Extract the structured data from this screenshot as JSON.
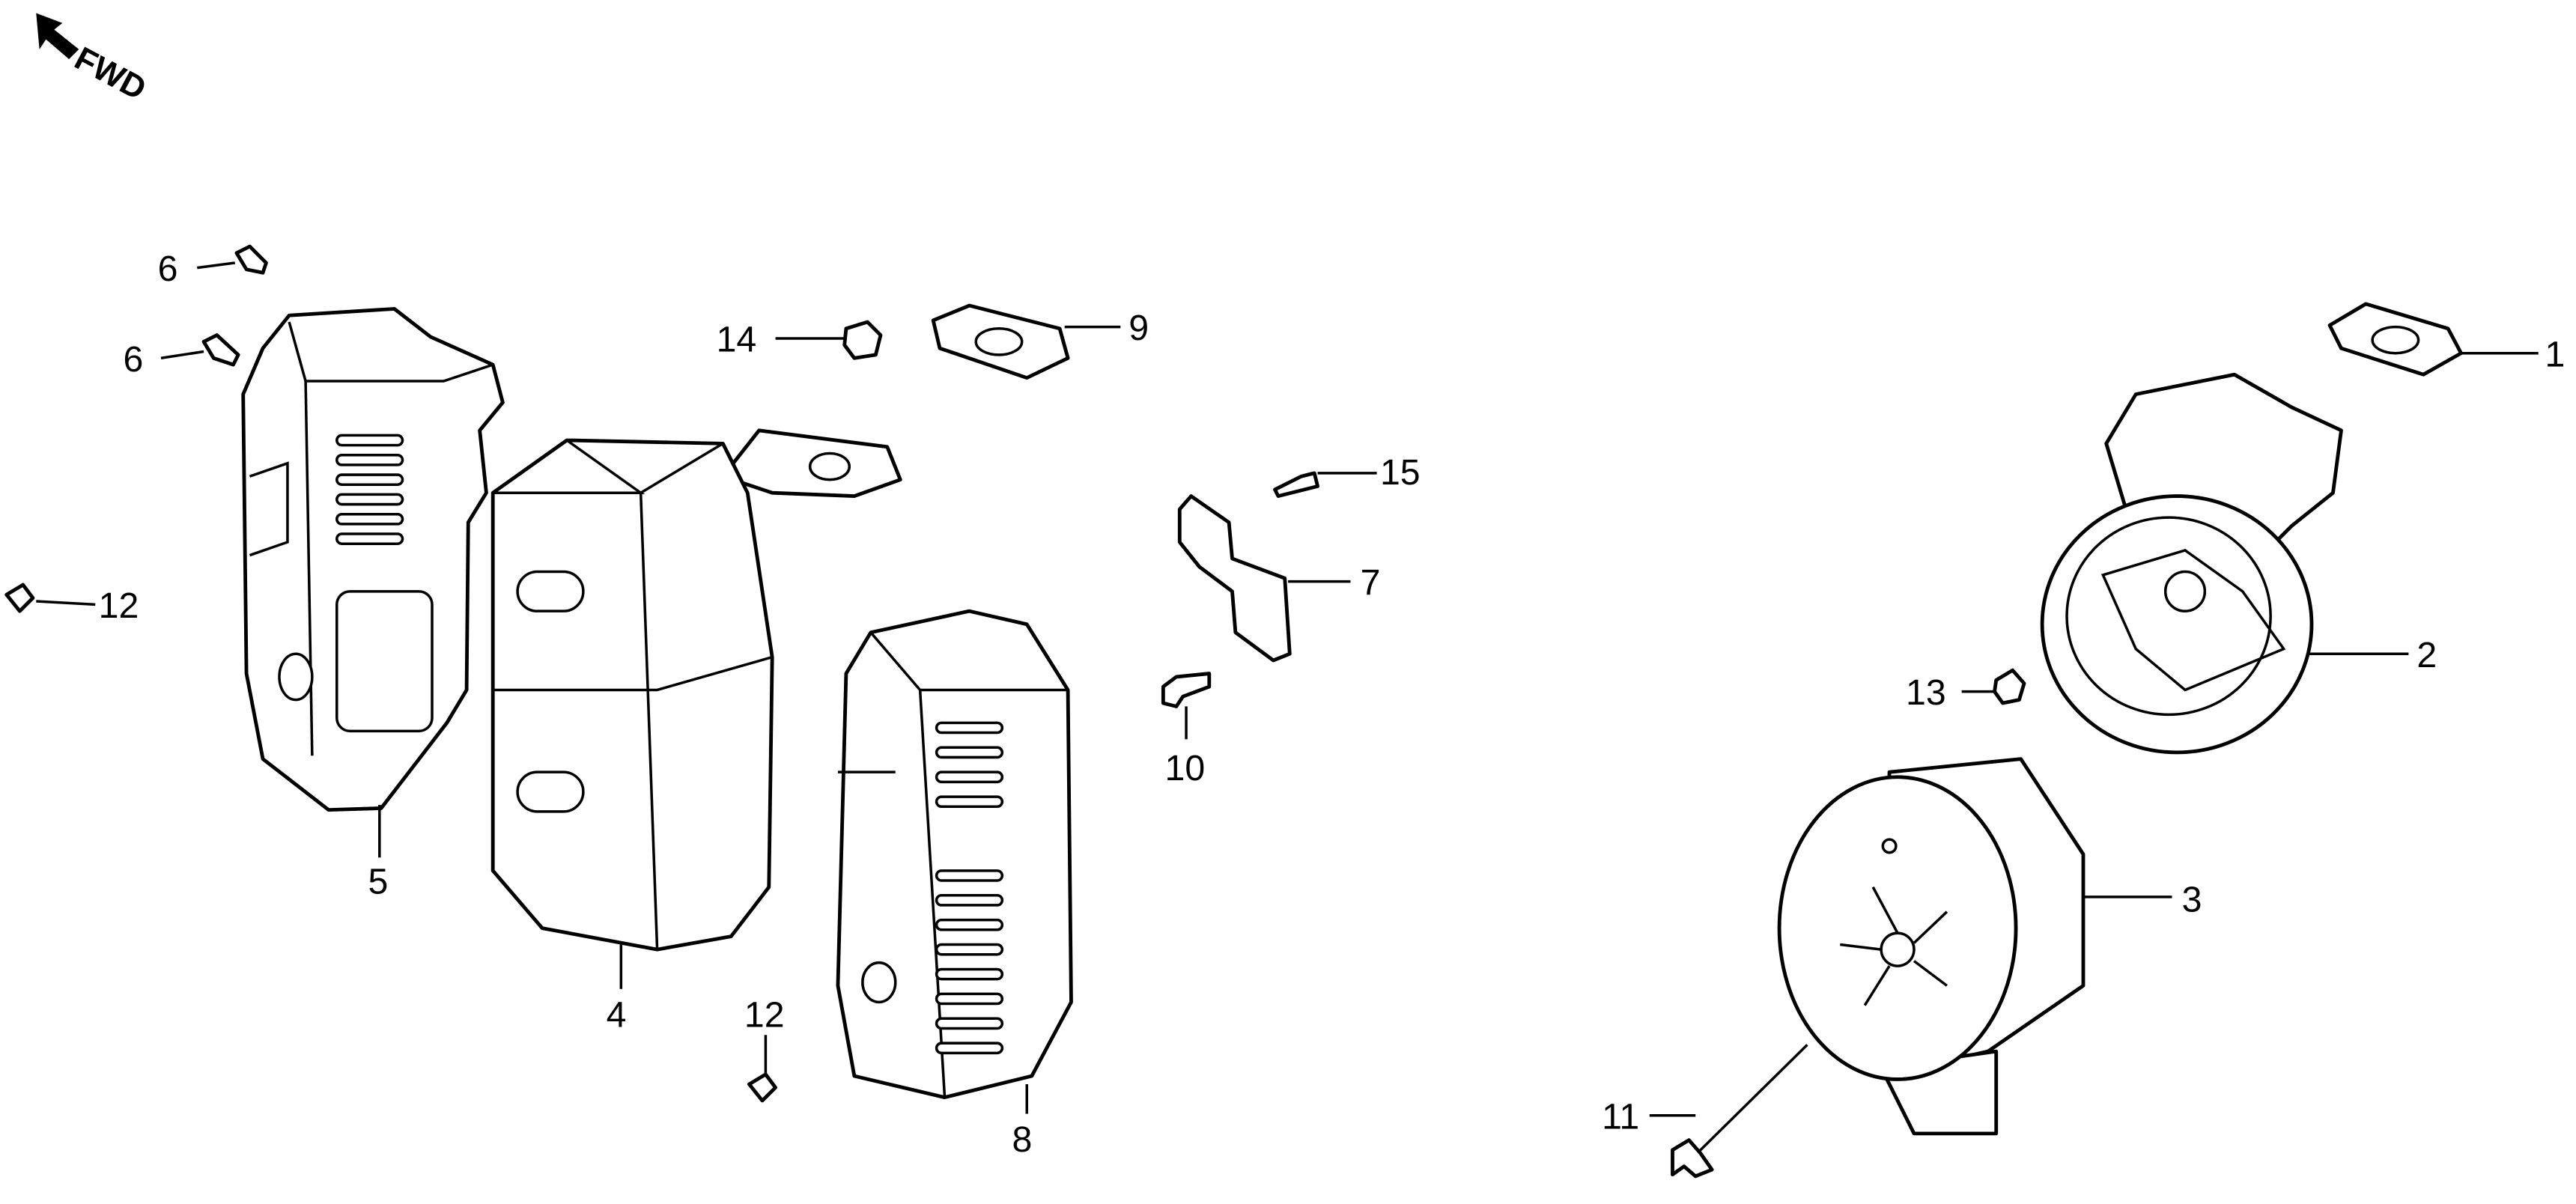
{
  "diagram": {
    "direction_label": "FWD",
    "callouts": {
      "c1": "1",
      "c2": "2",
      "c3": "3",
      "c4": "4",
      "c5": "5",
      "c6a": "6",
      "c6b": "6",
      "c7": "7",
      "c8": "8",
      "c9": "9",
      "c10": "10",
      "c11": "11",
      "c12a": "12",
      "c12b": "12",
      "c13": "13",
      "c14": "14",
      "c15": "15"
    }
  }
}
